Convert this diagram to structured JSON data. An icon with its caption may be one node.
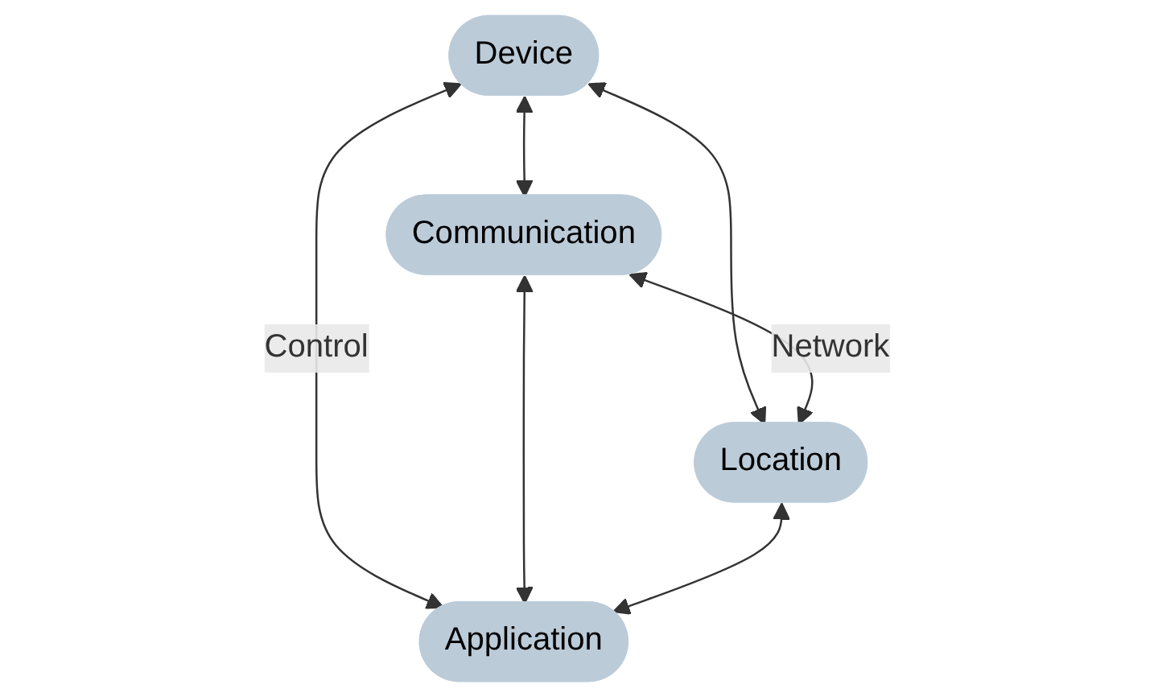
{
  "diagram": {
    "nodes": [
      {
        "text": [
          "Device"
        ]
      },
      {
        "text": [
          "Communication"
        ]
      },
      {
        "text": [
          "Location"
        ]
      },
      {
        "text": [
          "Application"
        ]
      }
    ],
    "edges": [
      {
        "from": 0,
        "to": 1,
        "arrow": "both"
      },
      {
        "from": 0,
        "to": 2,
        "arrow": "both"
      },
      {
        "from": 0,
        "to": 3,
        "arrow": "both",
        "label": "Control"
      },
      {
        "from": 1,
        "to": 2,
        "arrow": "both",
        "label": "Network"
      },
      {
        "from": 1,
        "to": 3,
        "arrow": "both"
      },
      {
        "from": 2,
        "to": 3,
        "arrow": "both"
      }
    ]
  }
}
